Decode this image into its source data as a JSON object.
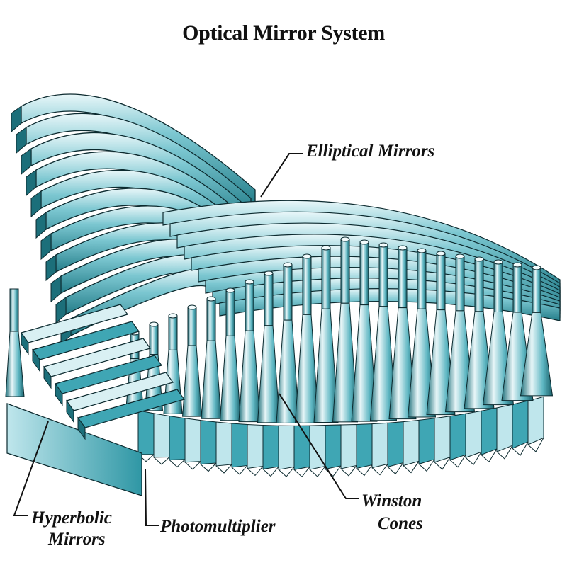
{
  "title": "Optical Mirror System",
  "labels": {
    "elliptical": "Elliptical Mirrors",
    "hyperbolic_line1": "Hyperbolic",
    "hyperbolic_line2": "Mirrors",
    "photomultiplier": "Photomultiplier",
    "winston_line1": "Winston",
    "winston_line2": "Cones"
  },
  "colors": {
    "teal": "#3fa6b4",
    "teal_dark": "#1c6f7a",
    "teal_light": "#bfe6ec",
    "outline": "#0c2a2f",
    "background": "#ffffff"
  }
}
